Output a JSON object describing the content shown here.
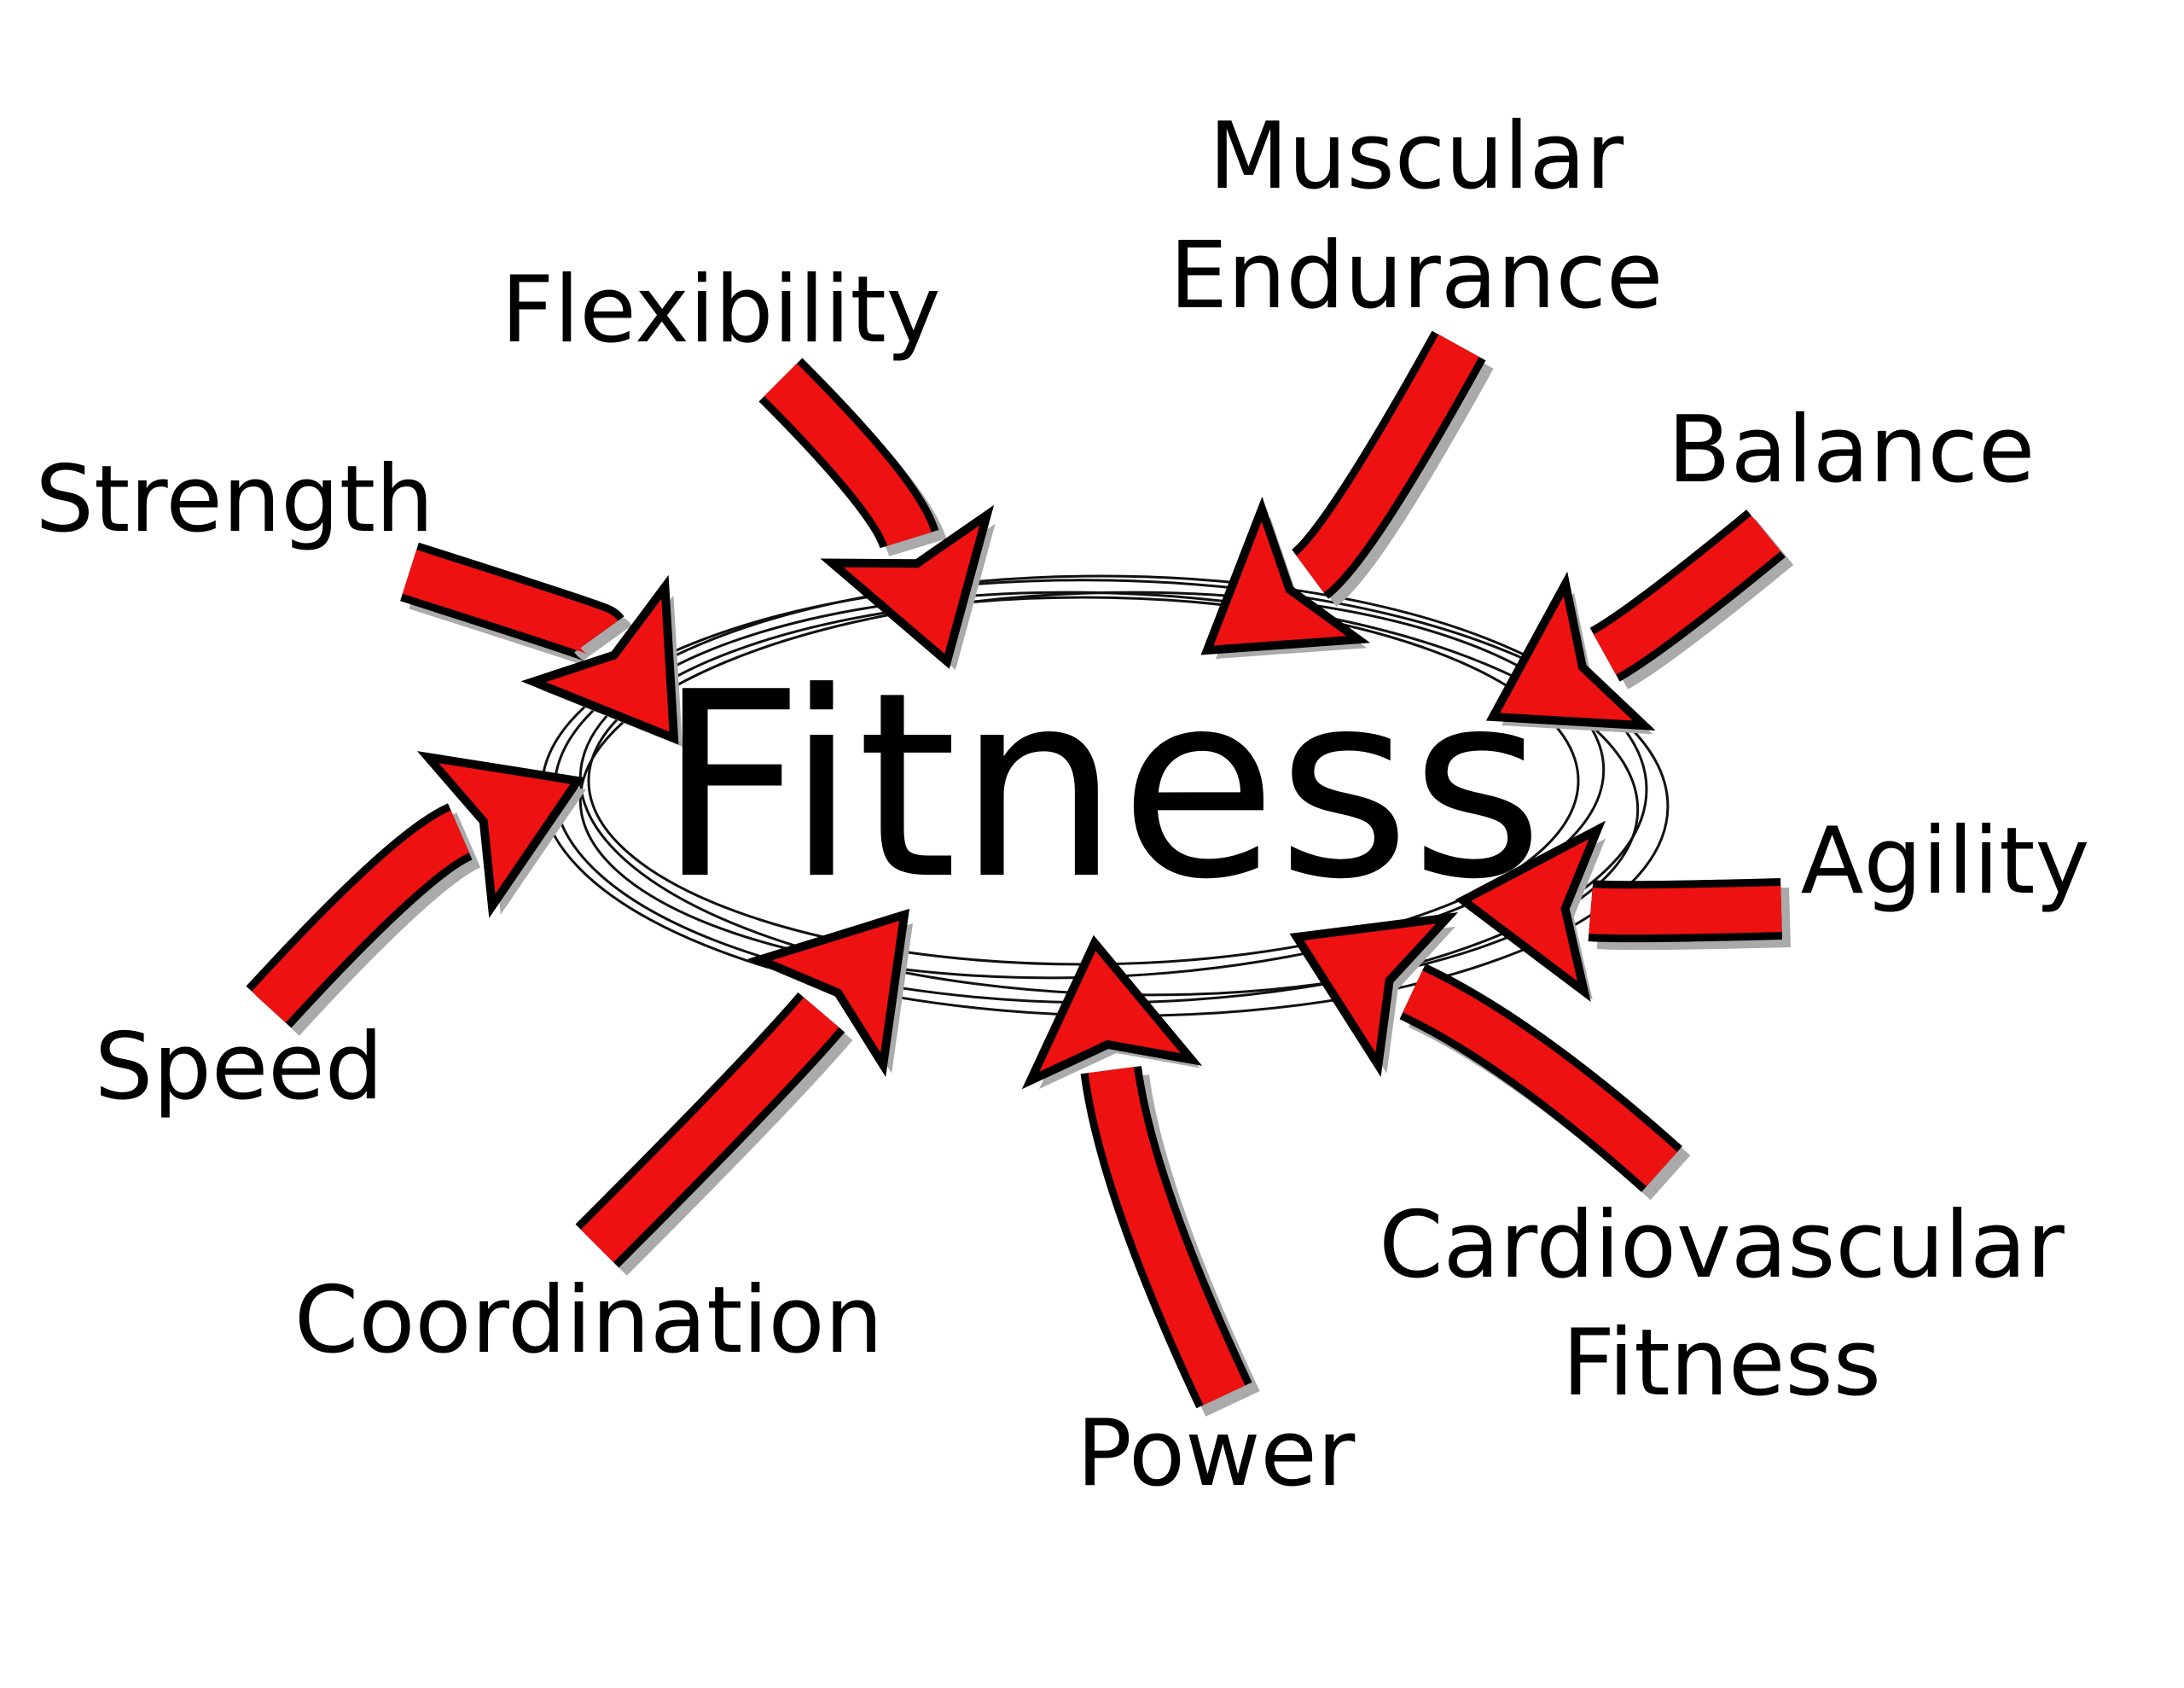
{
  "center_label": "Fitness",
  "components": {
    "muscular_endurance": [
      "Muscular",
      "Endurance"
    ],
    "flexibility": "Flexibility",
    "strength": "Strength",
    "balance": "Balance",
    "agility": "Agility",
    "speed": "Speed",
    "coordination": "Coordination",
    "power": "Power",
    "cardiovascular_fitness": [
      "Cardiovascular",
      "Fitness"
    ]
  },
  "colors": {
    "arrow": "#ee1111",
    "outline": "#000000",
    "shadow": "#aaaaaa"
  }
}
